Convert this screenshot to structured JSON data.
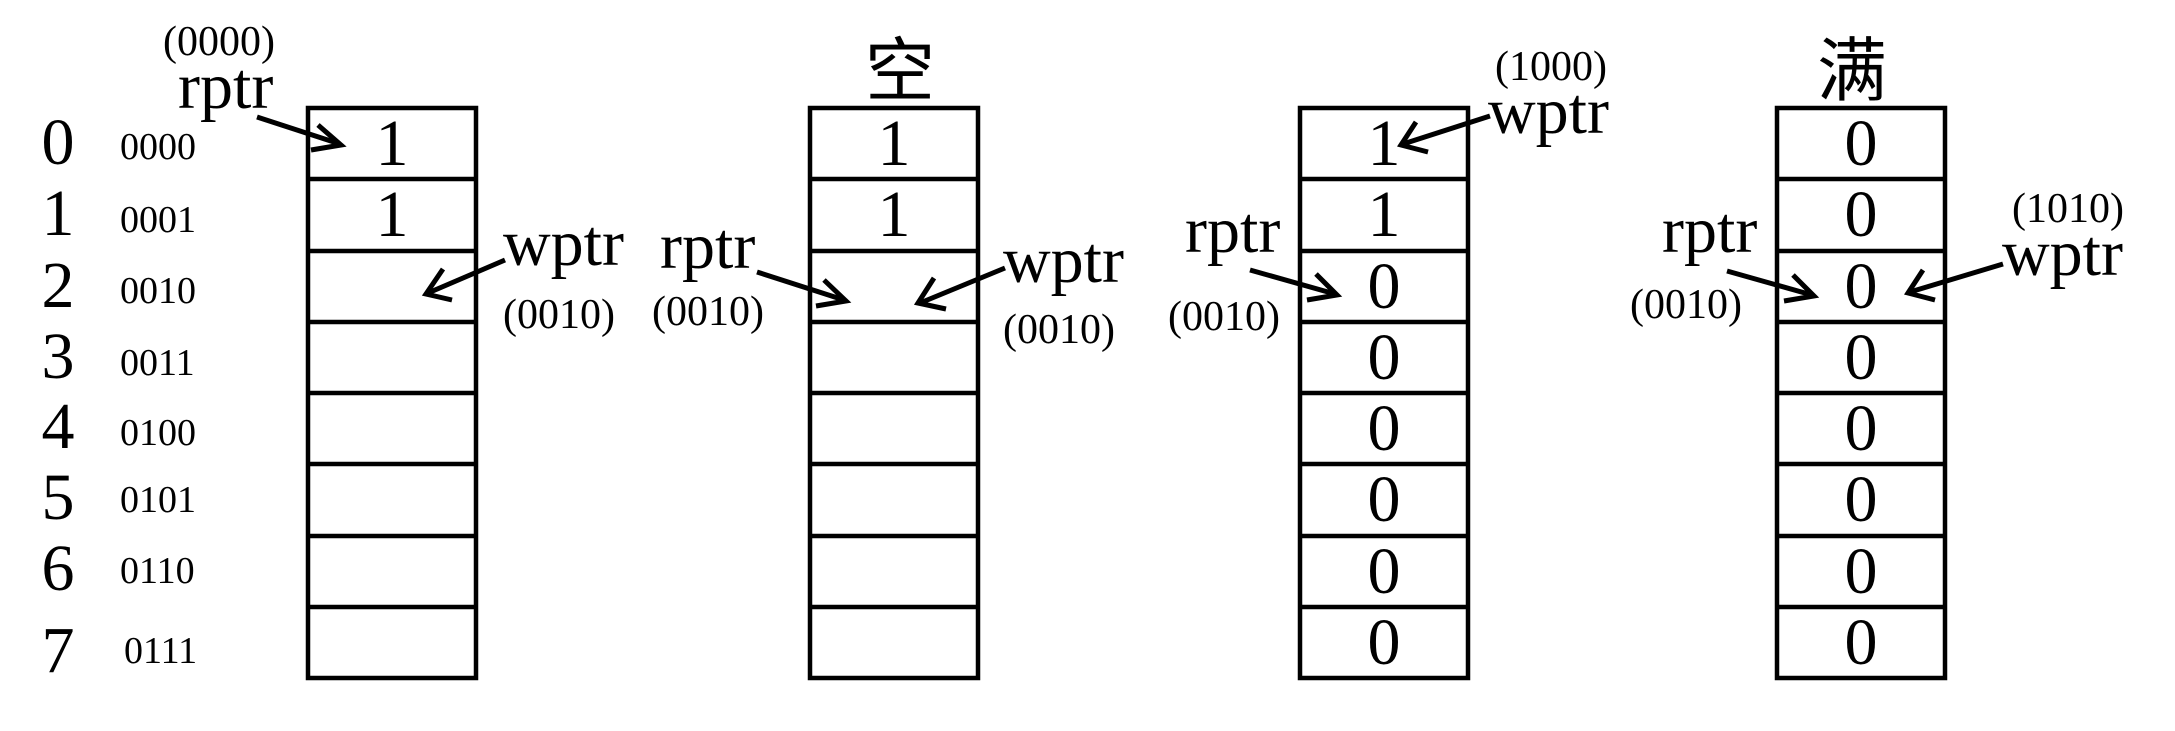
{
  "addresses": [
    {
      "index": "0",
      "binary": "0000"
    },
    {
      "index": "1",
      "binary": "0001"
    },
    {
      "index": "2",
      "binary": "0010"
    },
    {
      "index": "3",
      "binary": "0011"
    },
    {
      "index": "4",
      "binary": "0100"
    },
    {
      "index": "5",
      "binary": "0101"
    },
    {
      "index": "6",
      "binary": "0110"
    },
    {
      "index": "7",
      "binary": "0111"
    }
  ],
  "fifos": [
    {
      "title": "",
      "cells": [
        "1",
        "1",
        "",
        "",
        "",
        "",
        "",
        ""
      ],
      "pointers": [
        {
          "name": "rptr",
          "value": "(0000)",
          "row": 0
        },
        {
          "name": "wptr",
          "value": "(0010)",
          "row": 2
        }
      ]
    },
    {
      "title": "空",
      "cells": [
        "1",
        "1",
        "",
        "",
        "",
        "",
        "",
        ""
      ],
      "pointers": [
        {
          "name": "rptr",
          "value": "(0010)",
          "row": 2
        },
        {
          "name": "wptr",
          "value": "(0010)",
          "row": 2
        }
      ]
    },
    {
      "title": "",
      "cells": [
        "1",
        "1",
        "0",
        "0",
        "0",
        "0",
        "0",
        "0"
      ],
      "pointers": [
        {
          "name": "wptr",
          "value": "(1000)",
          "row": 0
        },
        {
          "name": "rptr",
          "value": "(0010)",
          "row": 2
        }
      ]
    },
    {
      "title": "满",
      "cells": [
        "0",
        "0",
        "0",
        "0",
        "0",
        "0",
        "0",
        "0"
      ],
      "pointers": [
        {
          "name": "rptr",
          "value": "(0010)",
          "row": 2
        },
        {
          "name": "wptr",
          "value": "(1010)",
          "row": 2
        }
      ]
    }
  ]
}
